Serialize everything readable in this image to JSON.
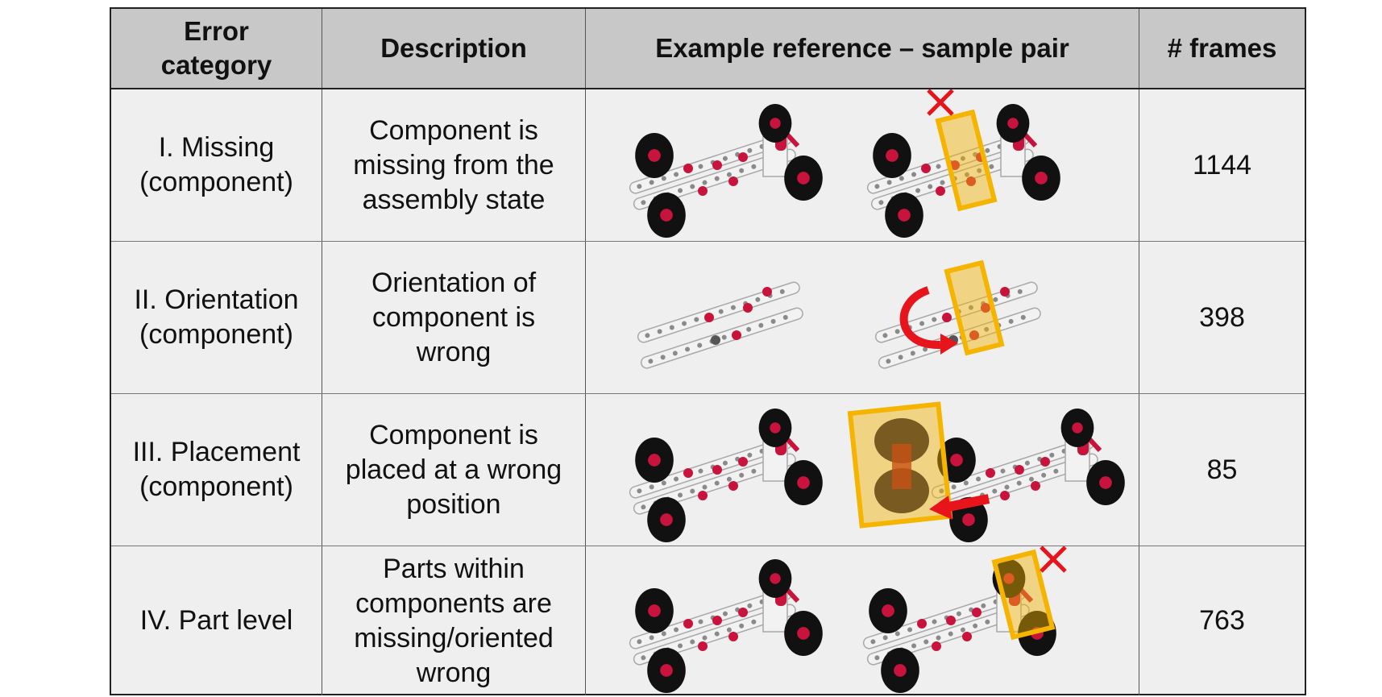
{
  "table": {
    "headers": {
      "category": "Error\ncategory",
      "description": "Description",
      "example": "Example reference – sample pair",
      "frames": "# frames"
    },
    "rows": [
      {
        "category": "I. Missing\n(component)",
        "description": "Component is\nmissing from the\nassembly state",
        "frames": "1144",
        "example_markers": [
          "vehicle-full-image",
          "vehicle-missing-component-image",
          "highlight-box",
          "red-x-mark"
        ]
      },
      {
        "category": "II. Orientation\n(component)",
        "description": "Orientation of\ncomponent is\nwrong",
        "frames": "398",
        "example_markers": [
          "chassis-image",
          "chassis-rotated-component-image",
          "highlight-box",
          "red-rotation-arrow"
        ]
      },
      {
        "category": "III. Placement\n(component)",
        "description": "Component is\nplaced at a wrong\nposition",
        "frames": "85",
        "example_markers": [
          "vehicle-full-image",
          "vehicle-misplaced-axle-image",
          "highlight-box",
          "red-move-arrow"
        ]
      },
      {
        "category": "IV. Part level",
        "description": "Parts within\ncomponents are\nmissing/oriented\nwrong",
        "frames": "763",
        "example_markers": [
          "vehicle-full-image",
          "vehicle-part-error-image",
          "highlight-box",
          "red-x-mark"
        ]
      }
    ]
  },
  "colors": {
    "header_bg": "#c8c8c8",
    "row_bg": "#efefef",
    "highlight": "#f4b400",
    "error_red": "#e8141c",
    "wheel": "#111111",
    "bolt": "#c8143c",
    "beam": "#f2f2f2"
  }
}
